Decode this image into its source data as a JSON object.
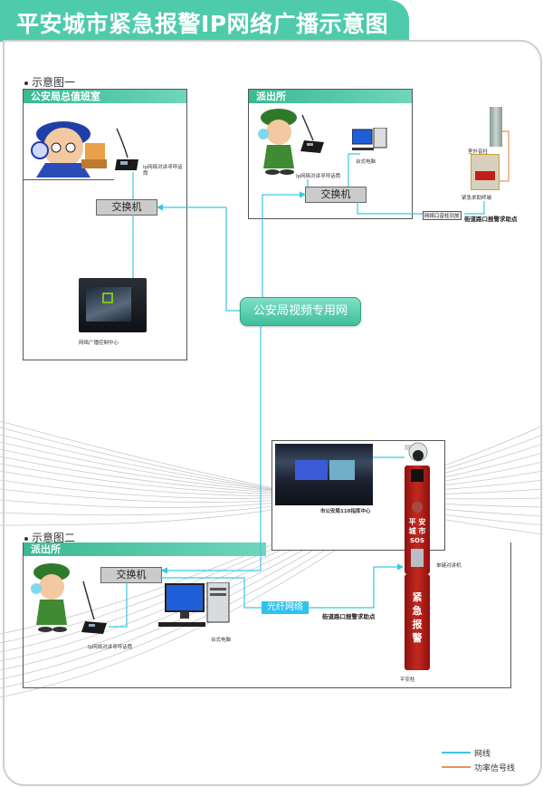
{
  "title": "平安城市紧急报警IP网络广播示意图",
  "colors": {
    "brand": "#4ecbab",
    "network_line": "#3cc6e6",
    "power_signal_line": "#e8935a",
    "pillar_red": "#b51f17"
  },
  "diagram1": {
    "label": "示意图一",
    "hq_box": {
      "title": "公安局总值班室",
      "mic_label": "Ip网络对讲寻呼话筒",
      "switch_label": "交换机",
      "server_label": "网络广播控制中心"
    },
    "station_box": {
      "title": "派出所",
      "mic_label": "Ip网络对讲寻呼话筒",
      "pc_label": "台式电脑",
      "switch_label": "交换机"
    },
    "street_point": {
      "speaker_label": "室外音柱",
      "terminal_label": "紧急求助终端",
      "amp_label": "网络口音柱功放",
      "point_label": "街道路口报警求助点"
    }
  },
  "network_label": "公安局视频专用网",
  "diagram2": {
    "label": "示意图二",
    "command_center_label": "市公安局110指挥中心",
    "pillar": {
      "top_text": [
        "平",
        "安",
        "城",
        "市"
      ],
      "sos": "SOS",
      "main_text": [
        "紧",
        "急",
        "报",
        "警"
      ],
      "intercom_label": "单键对讲机",
      "pillar_label": "平安柱"
    },
    "station_box": {
      "title": "派出所",
      "switch_label": "交换机",
      "mic_label": "Ip网络对讲寻呼话筒",
      "pc_label": "台式电脑"
    },
    "fiber_label": "光纤网络",
    "point_label": "街道路口报警求助点"
  },
  "legend": [
    {
      "label": "网线",
      "color": "#3cc6e6"
    },
    {
      "label": "功率信号线",
      "color": "#e8935a"
    }
  ]
}
